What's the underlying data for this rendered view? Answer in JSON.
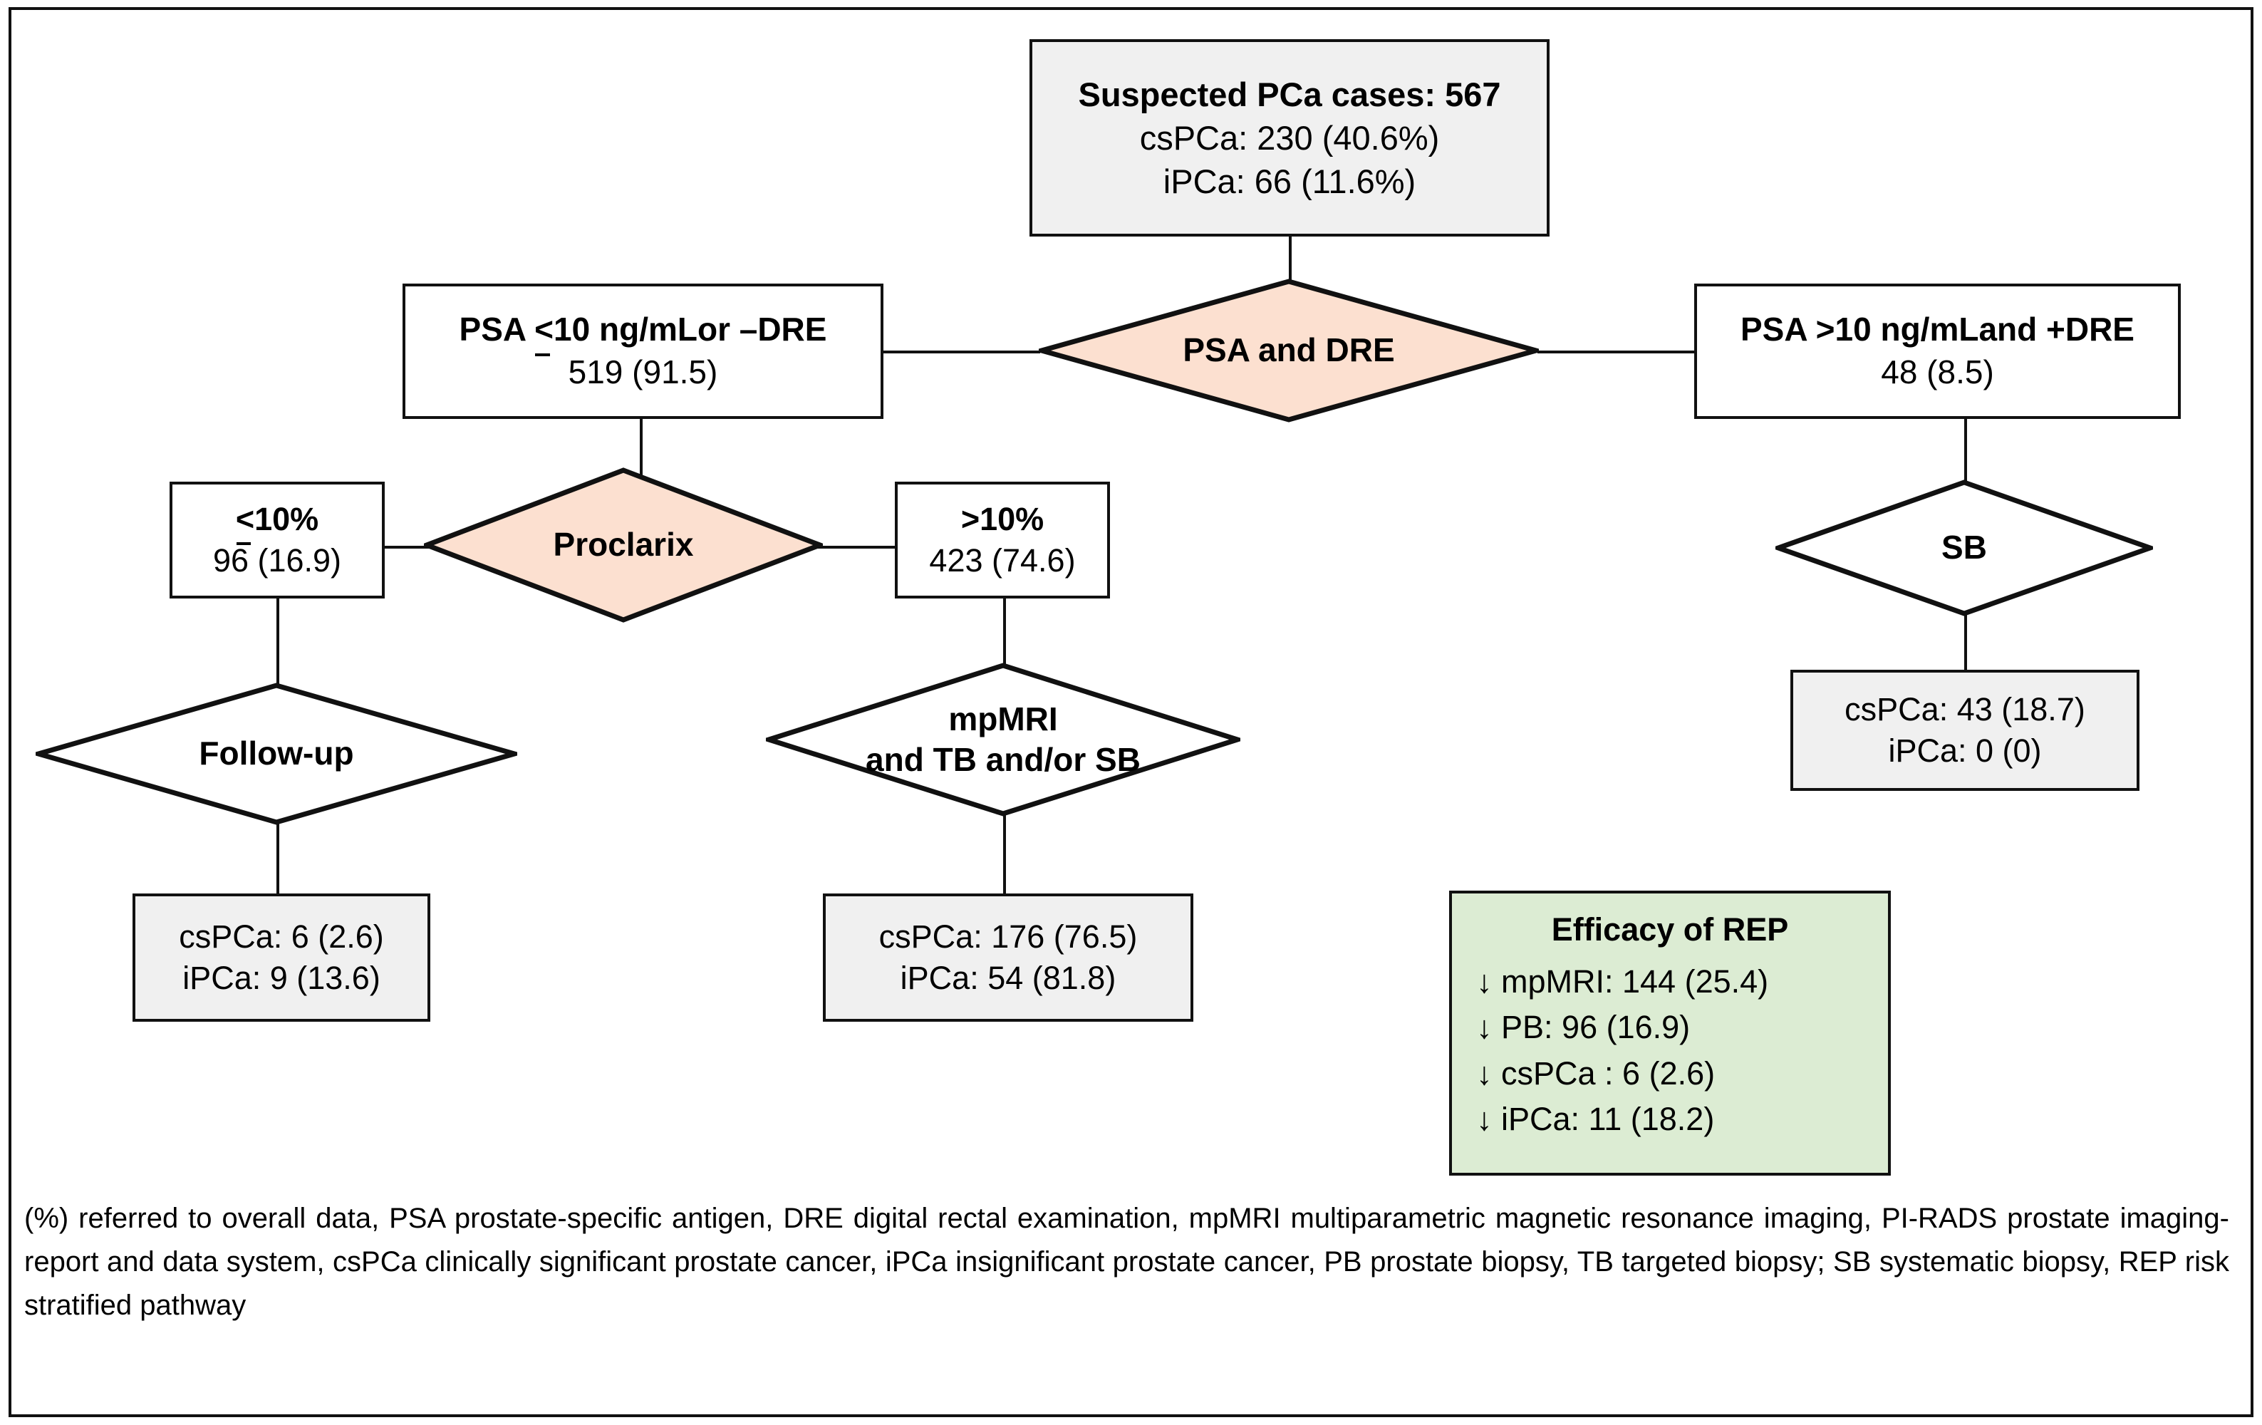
{
  "figure": {
    "accent_peach": "#fce0d0",
    "accent_green": "#dcecd3",
    "accent_gray": "#f0f0f0",
    "border": "#111111"
  },
  "nodes": {
    "suspected": {
      "title": "Suspected PCa cases: 567",
      "line1": "csPCa: 230 (40.6%)",
      "line2": "iPCa: 66 (11.6%)"
    },
    "psa_dre_diamond": {
      "label": "PSA and DRE"
    },
    "psa_low": {
      "title_pre": "PSA ",
      "title_leq": "<",
      "title_post": "10 ng/mLor –DRE",
      "value": "519 (91.5)"
    },
    "psa_high": {
      "title": "PSA >10 ng/mLand +DRE",
      "value": "48 (8.5)"
    },
    "proclarix_diamond": {
      "label": "Proclarix"
    },
    "risk_low": {
      "title_leq": "<",
      "title_post": "10%",
      "value": "96 (16.9)"
    },
    "risk_high": {
      "title": ">10%",
      "value": "423 (74.6)"
    },
    "sb_diamond": {
      "label": "SB"
    },
    "sb_result": {
      "line1": "csPCa: 43 (18.7)",
      "line2": "iPCa: 0 (0)"
    },
    "followup_diamond": {
      "label": "Follow-up"
    },
    "followup_result": {
      "line1": "csPCa: 6 (2.6)",
      "line2": "iPCa: 9 (13.6)"
    },
    "mpmri_diamond": {
      "label": "mpMRI\nand TB and/or SB"
    },
    "mpmri_result": {
      "line1": "csPCa: 176 (76.5)",
      "line2": "iPCa: 54 (81.8)"
    },
    "efficacy": {
      "title": "Efficacy of REP",
      "items": [
        "↓ mpMRI: 144 (25.4)",
        "↓ PB: 96 (16.9)",
        "↓ csPCa : 6 (2.6)",
        "↓ iPCa: 11 (18.2)"
      ]
    }
  },
  "footnote": {
    "text": "(%) referred to overall data, PSA prostate-specific antigen, DRE digital rectal examination, mpMRI multiparametric magnetic resonance imaging, PI-RADS prostate imaging-report and data system, csPCa clinically significant prostate cancer, iPCa insignificant prostate cancer, PB prostate biopsy, TB targeted biopsy; SB systematic biopsy, REP risk stratified pathway"
  }
}
